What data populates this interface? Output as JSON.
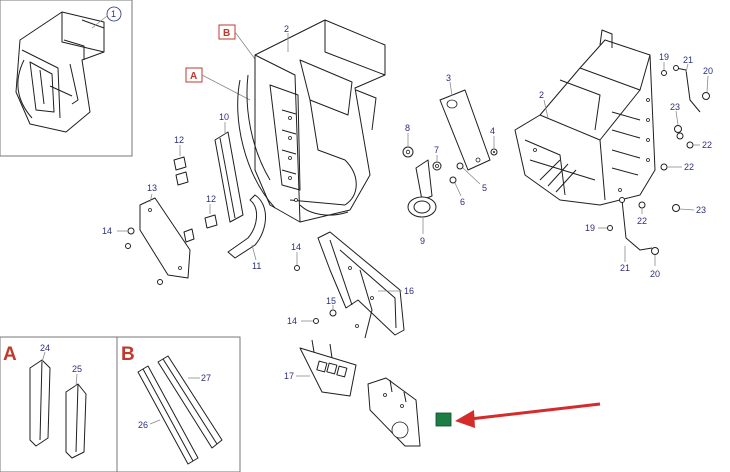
{
  "diagram": {
    "overview_callout": "1",
    "section_labels": {
      "a": "A",
      "b": "B"
    },
    "inset_letters": {
      "a": "A",
      "b": "B"
    },
    "part_numbers": {
      "p2_left": "2",
      "p2_right": "2",
      "p3": "3",
      "p4": "4",
      "p5": "5",
      "p6": "6",
      "p7": "7",
      "p8": "8",
      "p9": "9",
      "p10": "10",
      "p11": "11",
      "p12": "12",
      "p13": "13",
      "p14_left": "14",
      "p14_mid": "14",
      "p14_low": "14",
      "p15": "15",
      "p16": "16",
      "p17": "17",
      "p19_top": "19",
      "p19_low": "19",
      "p20_top": "20",
      "p20_low": "20",
      "p21_top": "21",
      "p21_low": "21",
      "p22_a": "22",
      "p22_b": "22",
      "p22_c": "22",
      "p23_a": "23",
      "p23_b": "23",
      "p24": "24",
      "p25": "25",
      "p26": "26",
      "p27": "27"
    },
    "highlight_color": "#1e7d45",
    "arrow_color": "#d62b2b"
  }
}
